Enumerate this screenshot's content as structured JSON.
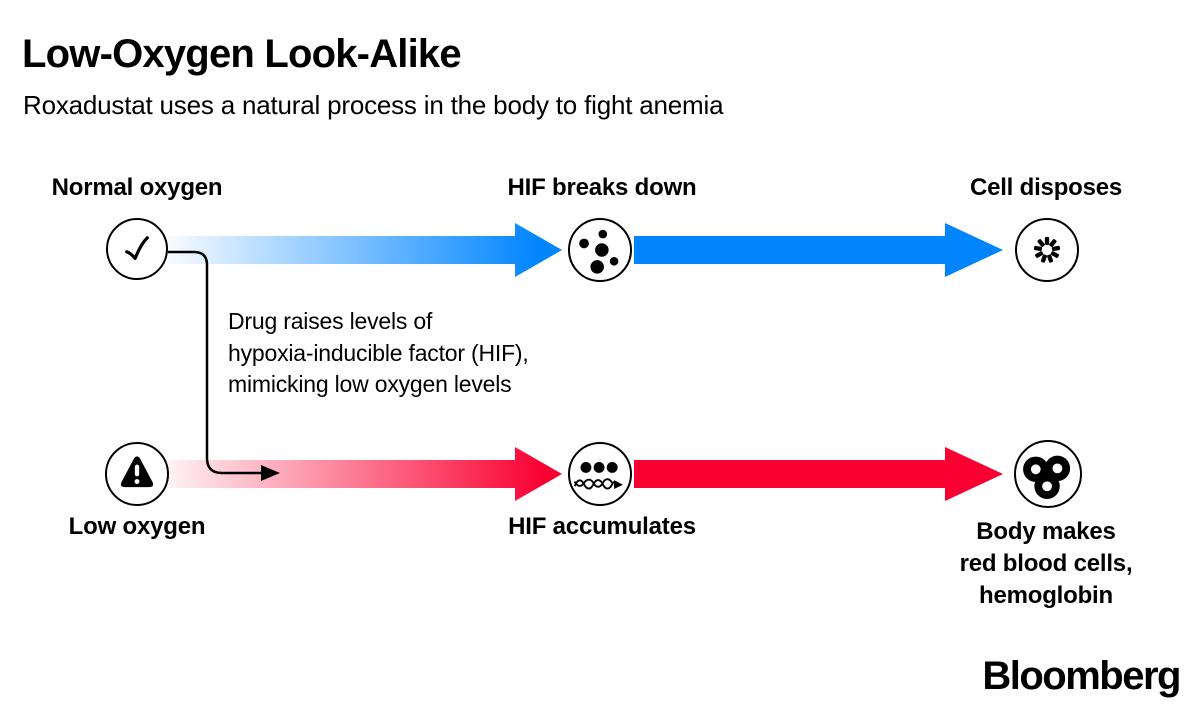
{
  "header": {
    "title": "Low-Oxygen Look-Alike",
    "subtitle": "Roxadustat uses a natural process in the body to fight anemia"
  },
  "flow": {
    "top": {
      "start_label": "Normal oxygen",
      "mid_label": "HIF breaks down",
      "end_label": "Cell disposes"
    },
    "bottom": {
      "start_label": "Low oxygen",
      "mid_label": "HIF accumulates",
      "end_label": "Body makes\nred blood cells,\nhemoglobin"
    },
    "annotation": "Drug raises levels of\nhypoxia-inducible factor (HIF),\nmimicking low oxygen levels"
  },
  "icons": {
    "normal_oxygen": "check-icon",
    "hif_breaks_down": "protein-fragments-icon",
    "cell_disposes": "disposal-burst-icon",
    "low_oxygen": "warning-triangle-icon",
    "hif_accumulates": "hif-proteins-dna-icon",
    "body_makes_rbc": "red-blood-cells-icon"
  },
  "colors": {
    "blue": "#0085ff",
    "red": "#fa0032",
    "ink": "#000000",
    "background": "#ffffff"
  },
  "branding": {
    "logo": "Bloomberg"
  }
}
